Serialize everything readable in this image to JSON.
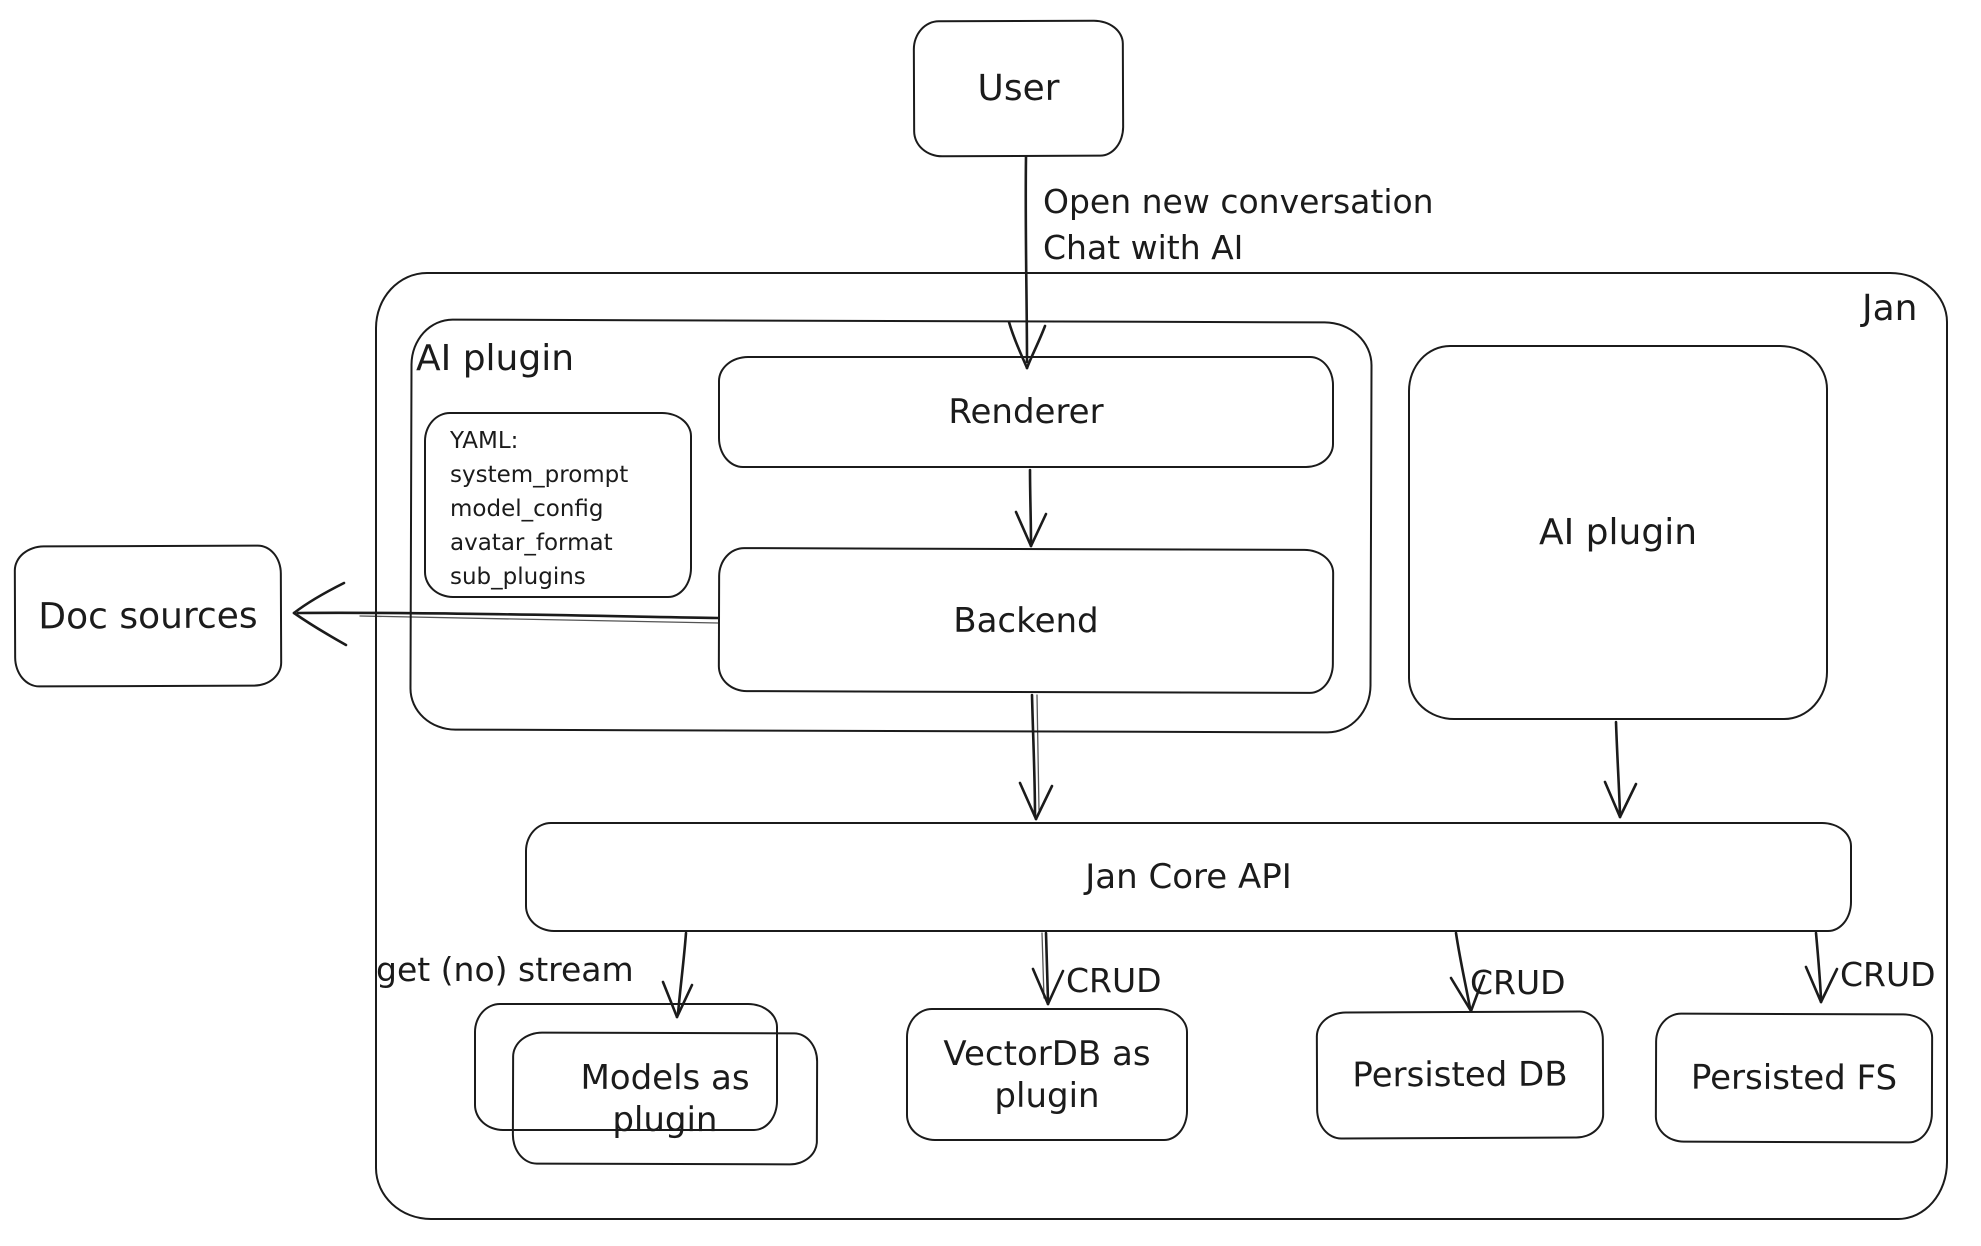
{
  "colors": {
    "stroke": "#1b1b1b",
    "background": "#ffffff"
  },
  "nodes": {
    "user": {
      "label": "User"
    },
    "jan": {
      "label": "Jan"
    },
    "ai_plugin_container": {
      "label": "AI plugin"
    },
    "yaml_note": {
      "lines": [
        "YAML:",
        "system_prompt",
        "model_config",
        "avatar_format",
        "sub_plugins"
      ]
    },
    "renderer": {
      "label": "Renderer"
    },
    "backend": {
      "label": "Backend"
    },
    "doc_sources": {
      "label": "Doc sources"
    },
    "ai_plugin_right": {
      "label": "AI plugin"
    },
    "jan_core_api": {
      "label": "Jan Core API"
    },
    "models_as_plugin": {
      "label": "Models as plugin"
    },
    "vectordb": {
      "label": "VectorDB as plugin"
    },
    "persisted_db": {
      "label": "Persisted DB"
    },
    "persisted_fs": {
      "label": "Persisted FS"
    }
  },
  "edges": {
    "user_to_renderer": {
      "label_line1": "Open new conversation",
      "label_line2": "Chat with AI"
    },
    "api_to_models": {
      "label": "get (no) stream"
    },
    "api_to_vectordb": {
      "label": "CRUD"
    },
    "api_to_persisted_db": {
      "label": "CRUD"
    },
    "api_to_persisted_fs": {
      "label": "CRUD"
    }
  }
}
